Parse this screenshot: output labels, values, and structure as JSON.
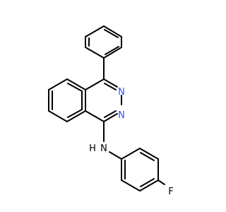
{
  "molecule": {
    "atoms": {
      "N2": {
        "symbol": "N",
        "color": "#3050F8"
      },
      "N3": {
        "symbol": "N",
        "color": "#3050F8"
      },
      "NH": {
        "symbol": "N",
        "hydrogen": "H",
        "color": "#000000"
      },
      "F": {
        "symbol": "F",
        "color": "#000000"
      }
    }
  }
}
